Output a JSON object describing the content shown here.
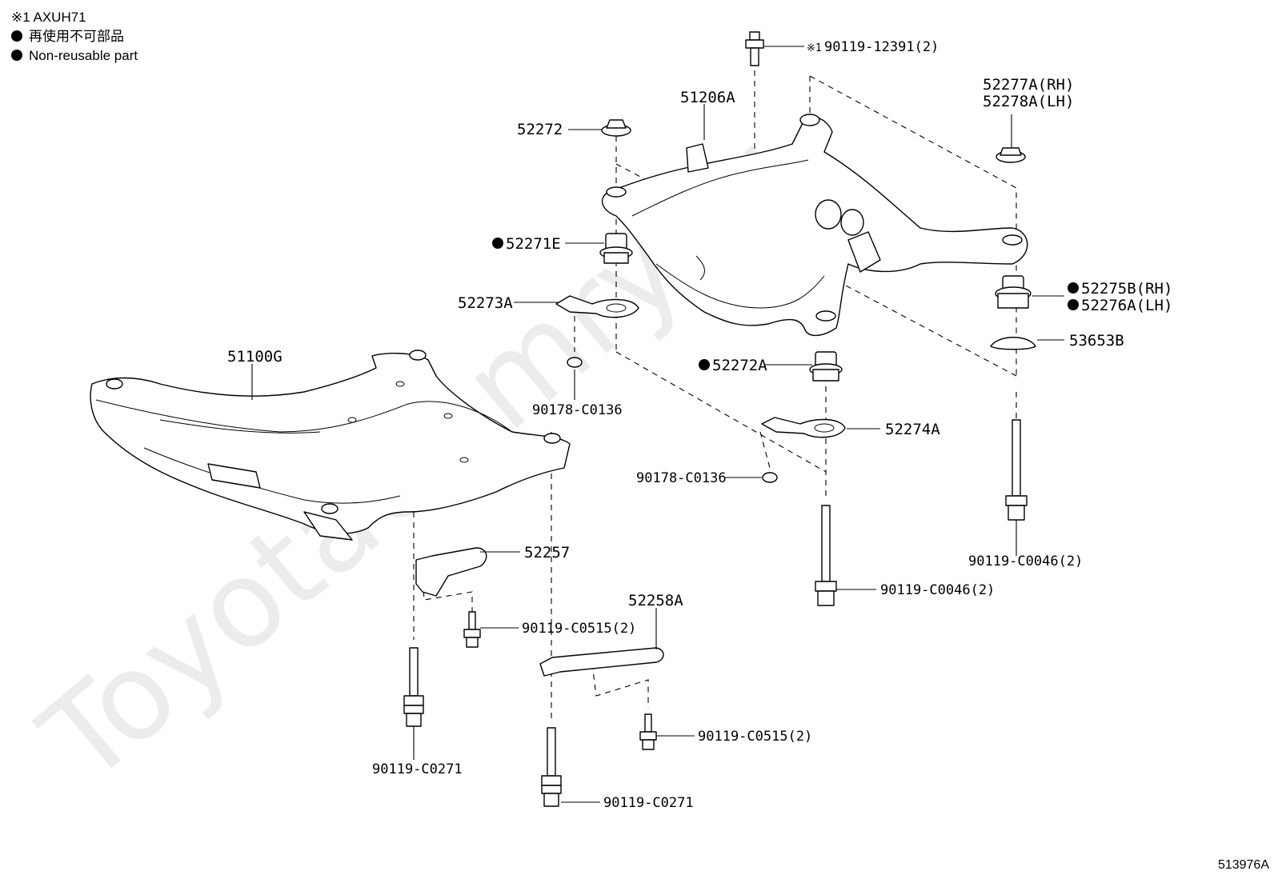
{
  "watermark": "ToyotaCamry.ru",
  "legend": {
    "line1": "※1 AXUH71",
    "line2": "再使用不可部品",
    "line3": "Non-reusable part"
  },
  "figure_id": "513976A",
  "parts": {
    "p_9011912391": "90119-12391(2)",
    "p_note": "※1",
    "p_51206A": "51206A",
    "p_52272": "52272",
    "p_52277A": "52277A(RH)",
    "p_52278A": "52278A(LH)",
    "p_52271E": "52271E",
    "p_52273A": "52273A",
    "p_52275B": "52275B(RH)",
    "p_52276A": "52276A(LH)",
    "p_53653B": "53653B",
    "p_51100G": "51100G",
    "p_52272A": "52272A",
    "p_90178_1": "90178-C0136",
    "p_52274A": "52274A",
    "p_90178_2": "90178-C0136",
    "p_52257": "52257",
    "p_90119C0046_a": "90119-C0046(2)",
    "p_90119C0046_b": "90119-C0046(2)",
    "p_90119C0515_a": "90119-C0515(2)",
    "p_52258A": "52258A",
    "p_90119C0515_b": "90119-C0515(2)",
    "p_90119C0271_a": "90119-C0271",
    "p_90119C0271_b": "90119-C0271"
  }
}
